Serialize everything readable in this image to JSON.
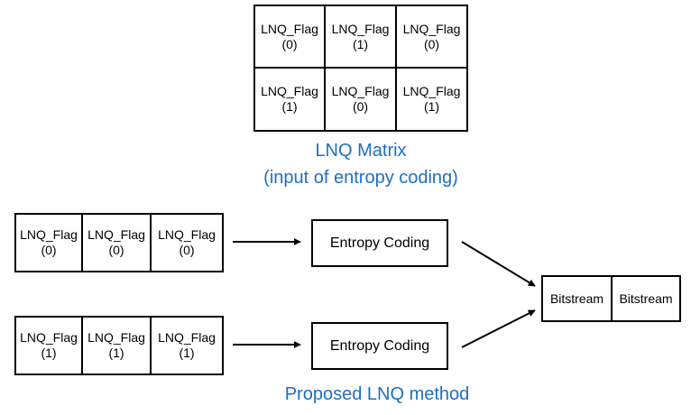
{
  "colors": {
    "caption": "#1f6fc0",
    "line": "#000000"
  },
  "matrix": {
    "caption_line1": "LNQ Matrix",
    "caption_line2": "(input of entropy coding)",
    "rows": [
      [
        {
          "label": "LNQ_Flag",
          "value": "(0)"
        },
        {
          "label": "LNQ_Flag",
          "value": "(1)"
        },
        {
          "label": "LNQ_Flag",
          "value": "(0)"
        }
      ],
      [
        {
          "label": "LNQ_Flag",
          "value": "(1)"
        },
        {
          "label": "LNQ_Flag",
          "value": "(0)"
        },
        {
          "label": "LNQ_Flag",
          "value": "(1)"
        }
      ]
    ]
  },
  "method": {
    "row0": [
      {
        "label": "LNQ_Flag",
        "value": "(0)"
      },
      {
        "label": "LNQ_Flag",
        "value": "(0)"
      },
      {
        "label": "LNQ_Flag",
        "value": "(0)"
      }
    ],
    "row1": [
      {
        "label": "LNQ_Flag",
        "value": "(1)"
      },
      {
        "label": "LNQ_Flag",
        "value": "(1)"
      },
      {
        "label": "LNQ_Flag",
        "value": "(1)"
      }
    ],
    "entropy_coding_label": "Entropy Coding",
    "bitstream_labels": [
      "Bitstream",
      "Bitstream"
    ],
    "caption": "Proposed LNQ method"
  }
}
